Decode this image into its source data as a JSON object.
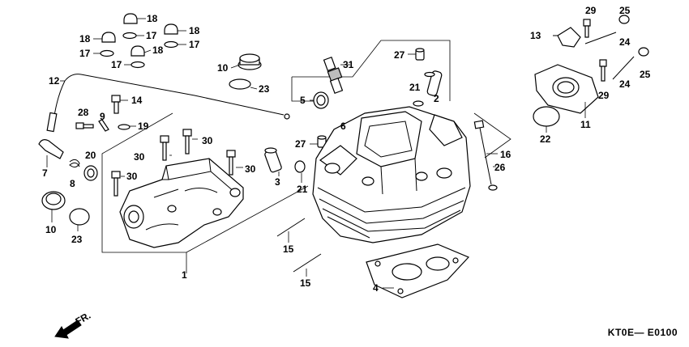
{
  "diagram": {
    "footer_code": "KT0E— E0100",
    "front_arrow_label": "FR.",
    "callouts": [
      {
        "id": "c18a",
        "text": "18"
      },
      {
        "id": "c18b",
        "text": "18"
      },
      {
        "id": "c18c",
        "text": "18"
      },
      {
        "id": "c18d",
        "text": "18"
      },
      {
        "id": "c17a",
        "text": "17"
      },
      {
        "id": "c17b",
        "text": "17"
      },
      {
        "id": "c17c",
        "text": "17"
      },
      {
        "id": "c17d",
        "text": "17"
      },
      {
        "id": "c10a",
        "text": "10"
      },
      {
        "id": "c23a",
        "text": "23"
      },
      {
        "id": "c31",
        "text": "31"
      },
      {
        "id": "c27a",
        "text": "27"
      },
      {
        "id": "c29a",
        "text": "29"
      },
      {
        "id": "c25a",
        "text": "25"
      },
      {
        "id": "c13",
        "text": "13"
      },
      {
        "id": "c24a",
        "text": "24"
      },
      {
        "id": "c24b",
        "text": "24"
      },
      {
        "id": "c25b",
        "text": "25"
      },
      {
        "id": "c29b",
        "text": "29"
      },
      {
        "id": "c11",
        "text": "11"
      },
      {
        "id": "c22",
        "text": "22"
      },
      {
        "id": "c12",
        "text": "12"
      },
      {
        "id": "c14",
        "text": "14"
      },
      {
        "id": "c28",
        "text": "28"
      },
      {
        "id": "c9",
        "text": "9"
      },
      {
        "id": "c19",
        "text": "19"
      },
      {
        "id": "c5",
        "text": "5"
      },
      {
        "id": "c21a",
        "text": "21"
      },
      {
        "id": "c2",
        "text": "2"
      },
      {
        "id": "c6",
        "text": "6"
      },
      {
        "id": "c27b",
        "text": "27"
      },
      {
        "id": "c16",
        "text": "16"
      },
      {
        "id": "c26",
        "text": "26"
      },
      {
        "id": "c7",
        "text": "7"
      },
      {
        "id": "c8",
        "text": "8"
      },
      {
        "id": "c20",
        "text": "20"
      },
      {
        "id": "c30a",
        "text": "30"
      },
      {
        "id": "c30b",
        "text": "30"
      },
      {
        "id": "c30c",
        "text": "30"
      },
      {
        "id": "c30d",
        "text": "30"
      },
      {
        "id": "c3",
        "text": "3"
      },
      {
        "id": "c21b",
        "text": "21"
      },
      {
        "id": "c10b",
        "text": "10"
      },
      {
        "id": "c23b",
        "text": "23"
      },
      {
        "id": "c15a",
        "text": "15"
      },
      {
        "id": "c15b",
        "text": "15"
      },
      {
        "id": "c1",
        "text": "1"
      },
      {
        "id": "c4",
        "text": "4"
      }
    ]
  }
}
